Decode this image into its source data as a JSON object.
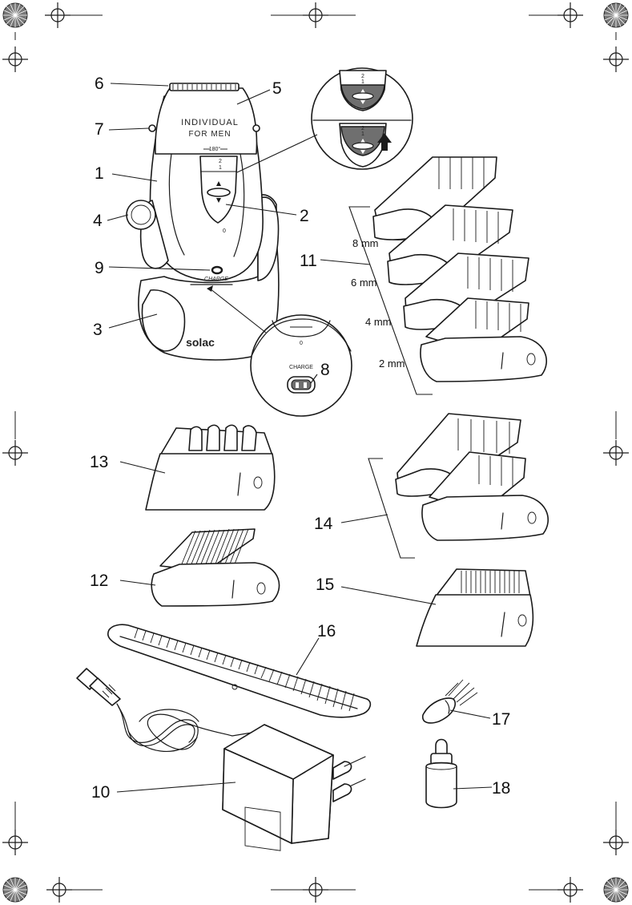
{
  "callouts": {
    "c1": "1",
    "c2": "2",
    "c3": "3",
    "c4": "4",
    "c5": "5",
    "c6": "6",
    "c7": "7",
    "c8": "8",
    "c9": "9",
    "c10": "10",
    "c11": "11",
    "c12": "12",
    "c13": "13",
    "c14": "14",
    "c15": "15",
    "c16": "16",
    "c17": "17",
    "c18": "18"
  },
  "device": {
    "brand_line1": "INDIVIDUAL",
    "brand_line2": "FOR MEN",
    "angle_mark": "180°",
    "scale_2": "2",
    "scale_1": "1",
    "scale_0": "0",
    "charge_label": "CHARGE",
    "logo": "solac"
  },
  "inset_top": {
    "scale_2a": "2",
    "scale_1a": "1",
    "scale_2b": "2",
    "scale_1b": "1"
  },
  "inset_charge": {
    "zero_mark": "0",
    "charge_label": "CHARGE"
  },
  "comb_lengths": {
    "l8": "8 mm",
    "l6": "6 mm",
    "l4": "4 mm",
    "l2": "2 mm"
  }
}
